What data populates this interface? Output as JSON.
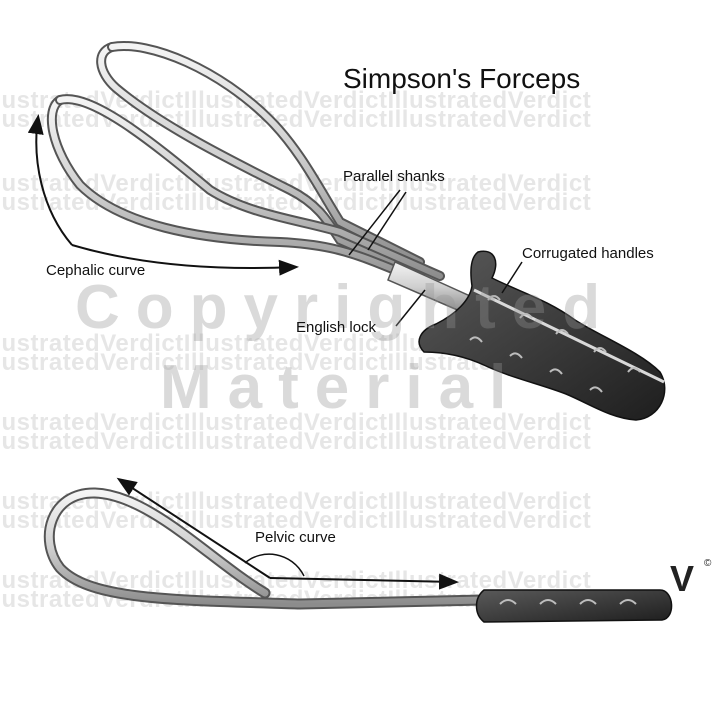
{
  "title": "Simpson's Forceps",
  "labels": {
    "parallel_shanks": "Parallel shanks",
    "corrugated_handles": "Corrugated handles",
    "cephalic_curve": "Cephalic curve",
    "english_lock": "English lock",
    "pelvic_curve": "Pelvic curve"
  },
  "watermark": {
    "repeat_text": "IllustratedVerdictIllustratedVerdictIllustratedVerdict",
    "line1": "Copyrighted",
    "line2": "Material"
  },
  "logo": {
    "mark": "V",
    "copyright_symbol": "©"
  },
  "colors": {
    "metal_fill": "#e6e6e6",
    "metal_stroke": "#555555",
    "handle_dark": "#3a3a3a",
    "annotation_line": "#111111"
  }
}
